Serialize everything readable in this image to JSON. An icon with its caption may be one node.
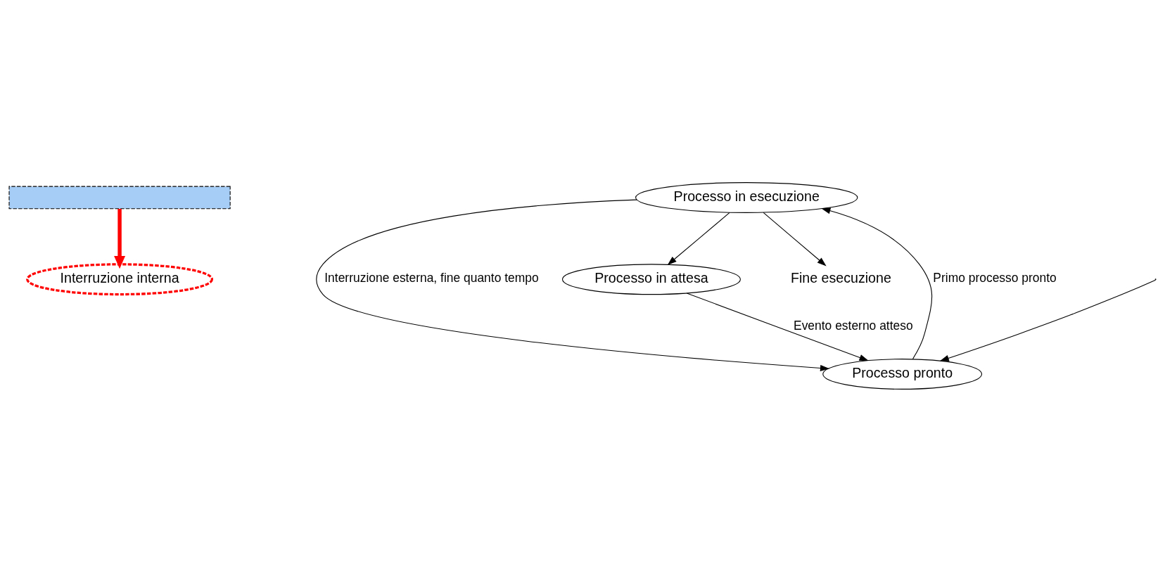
{
  "diagram": {
    "nodes": [
      {
        "text": [],
        "shape": "box"
      },
      {
        "text": [
          "Processo in esecuzione"
        ]
      },
      {
        "text": [
          "Processo pronto"
        ]
      },
      {
        "text": [
          "Interruzione interna"
        ]
      },
      {
        "text": [
          "Processo in attesa"
        ]
      },
      {
        "text": [
          "Fine esecuzione"
        ]
      }
    ],
    "edges": [
      {
        "from": 0,
        "to": 3,
        "arrow": "to",
        "style": "thick",
        "color": "#ff0000"
      },
      {
        "from": 1,
        "to": 2,
        "arrow": "to",
        "label": "Interruzione esterna, fine quanto tempo"
      },
      {
        "from": 2,
        "to": 1,
        "arrow": "to",
        "label": "Primo processo pronto"
      },
      {
        "from": 1,
        "to": 4,
        "arrow": "to"
      },
      {
        "from": 4,
        "to": 2,
        "arrow": "to",
        "label": "Evento esterno atteso"
      },
      {
        "from": null,
        "to": 2,
        "arrow": "to"
      },
      {
        "from": 1,
        "to": 5,
        "arrow": "to"
      }
    ]
  }
}
